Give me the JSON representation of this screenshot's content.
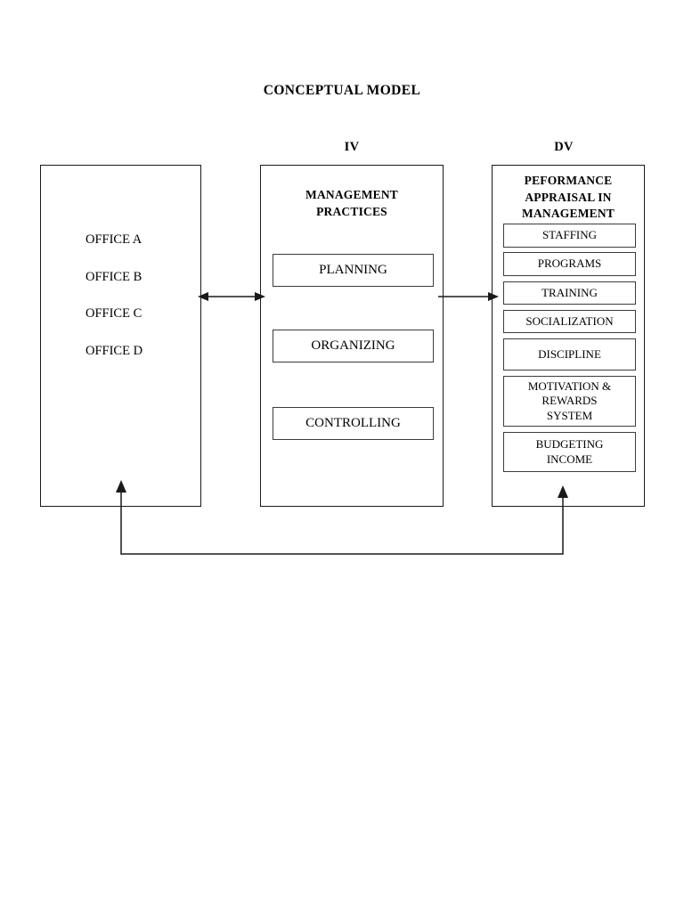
{
  "document": {
    "title": "CONCEPTUAL MODEL"
  },
  "captions": {
    "iv": "IV",
    "dv": "DV"
  },
  "offices": {
    "items": [
      {
        "label": "OFFICE A"
      },
      {
        "label": "OFFICE B"
      },
      {
        "label": "OFFICE C"
      },
      {
        "label": "OFFICE D"
      }
    ]
  },
  "independent_variable": {
    "heading_line1": "MANAGEMENT",
    "heading_line2": "PRACTICES",
    "practices": [
      {
        "label": "PLANNING"
      },
      {
        "label": "ORGANIZING"
      },
      {
        "label": "CONTROLLING"
      }
    ]
  },
  "dependent_variable": {
    "heading_line1": "PEFORMANCE",
    "heading_line2": "APPRAISAL IN",
    "heading_line3": "MANAGEMENT",
    "measures": [
      {
        "label": "STAFFING"
      },
      {
        "label": "PROGRAMS"
      },
      {
        "label": "TRAINING"
      },
      {
        "label": "SOCIALIZATION"
      },
      {
        "label": "DISCIPLINE"
      },
      {
        "label_line1": "MOTIVATION &",
        "label_line2": "REWARDS",
        "label_line3": "SYSTEM"
      },
      {
        "label_line1": "BUDGETING",
        "label_line2": "INCOME"
      }
    ]
  },
  "connectors": {
    "office_to_iv": "bidirectional-arrow",
    "iv_to_dv": "right-arrow",
    "feedback_loop": "feedback-arrow-to-offices-and-dv"
  },
  "colors": {
    "ink": "#1a1a1a",
    "sub_box_border": "#3c3c3c",
    "page_background": "#ffffff"
  }
}
